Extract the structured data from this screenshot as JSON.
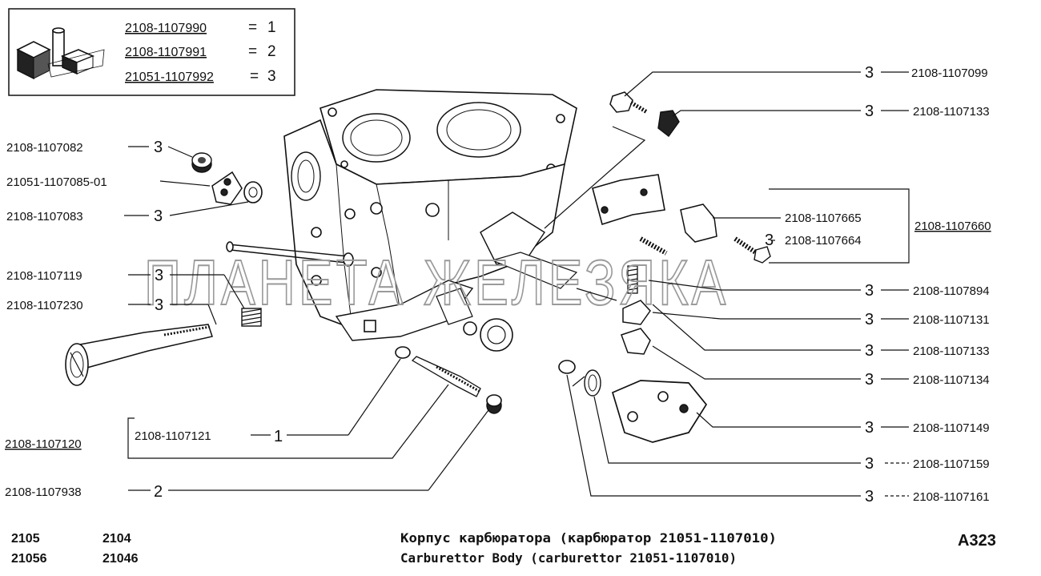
{
  "legend": {
    "items": [
      {
        "code": "2108-1107990",
        "sep": "=",
        "value": "1"
      },
      {
        "code": "2108-1107991",
        "sep": "=",
        "value": "2"
      },
      {
        "code": "21051-1107992",
        "sep": "=",
        "value": "3"
      }
    ]
  },
  "watermark": "ПЛАНЕТА ЖЕЛЕЗЯКА",
  "left_labels": [
    {
      "code": "2108-1107082",
      "qty": "3"
    },
    {
      "code": "21051-1107085-01",
      "qty": ""
    },
    {
      "code": "2108-1107083",
      "qty": "3"
    },
    {
      "code": "2108-1107119",
      "qty": "3"
    },
    {
      "code": "2108-1107230",
      "qty": "3"
    }
  ],
  "bottom_left": {
    "group_code": "2108-1107120",
    "sub_code": "2108-1107121",
    "sub_qty": "1",
    "code": "2108-1107938",
    "qty": "2"
  },
  "right_labels": [
    {
      "code": "2108-1107099",
      "qty": "3"
    },
    {
      "code": "2108-1107133",
      "qty": "3"
    },
    {
      "code": "2108-1107894",
      "qty": "3"
    },
    {
      "code": "2108-1107131",
      "qty": "3"
    },
    {
      "code": "2108-1107133",
      "qty": "3"
    },
    {
      "code": "2108-1107134",
      "qty": "3"
    },
    {
      "code": "2108-1107149",
      "qty": "3"
    },
    {
      "code": "2108-1107159",
      "qty": "3"
    },
    {
      "code": "2108-1107161",
      "qty": "3"
    }
  ],
  "bracket_group": {
    "group_code": "2108-1107660",
    "items": [
      {
        "code": "2108-1107665",
        "qty": ""
      },
      {
        "code": "2108-1107664",
        "qty": "3"
      }
    ]
  },
  "footer": {
    "models_row1": [
      "2105",
      "2104"
    ],
    "models_row2": [
      "21056",
      "21046"
    ],
    "title_ru": "Корпус карбюратора (карбюратор 21051-1107010)",
    "title_en": "Carburettor Body (carburettor 21051-1107010)",
    "sheet": "A323"
  }
}
